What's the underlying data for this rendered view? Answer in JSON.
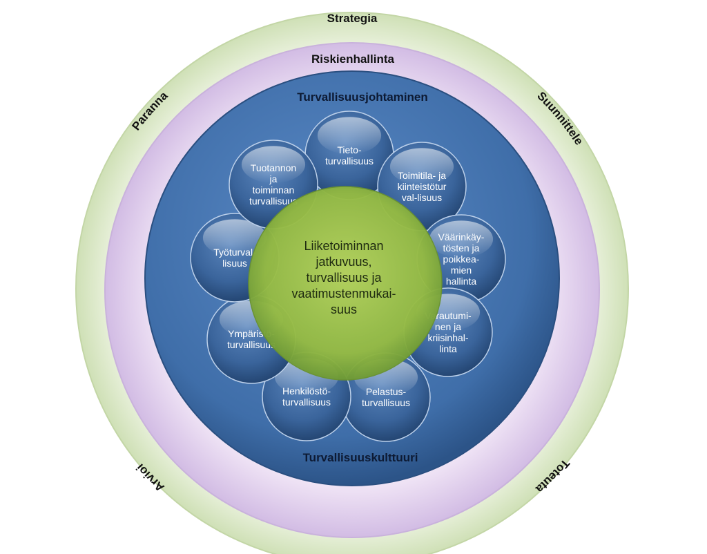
{
  "rings": {
    "outer_title": "Strategia",
    "cycle_steps": [
      "Suunnittele",
      "Toteuta",
      "Arvioi",
      "Paranna"
    ],
    "middle_title": "Riskienhallinta",
    "inner_top_title": "Turvallisuusjohtaminen",
    "inner_bottom_title": "Turvallisuuskulttuuri"
  },
  "bubbles": [
    {
      "lines": [
        "Tieto-",
        "turvallisuus"
      ]
    },
    {
      "lines": [
        "Toimitila- ja",
        "kiinteistötur",
        "val-lisuus"
      ]
    },
    {
      "lines": [
        "Väärinkäy-",
        "tösten ja",
        "poikkea-",
        "mien",
        "hallinta"
      ]
    },
    {
      "lines": [
        "Varautumi-",
        "nen ja",
        "kriisinhal-",
        "linta"
      ]
    },
    {
      "lines": [
        "Pelastus-",
        "turvallisuus"
      ]
    },
    {
      "lines": [
        "Henkilöstö-",
        "turvallisuus"
      ]
    },
    {
      "lines": [
        "Ympäristö-",
        "turvallisuus"
      ]
    },
    {
      "lines": [
        "Työturval-",
        "lisuus"
      ]
    },
    {
      "lines": [
        "Tuotannon",
        "ja",
        "toiminnan",
        "turvallisuus"
      ]
    }
  ],
  "center": {
    "lines": [
      "Liiketoiminnan",
      "jatkuvuus,",
      "turvallisuus ja",
      "vaatimustenmukai-",
      "suus"
    ]
  },
  "colors": {
    "outer_ring": "#d8e6c2",
    "middle_ring": "#e4d4ee",
    "blue_disc": "#4a78b4",
    "bubble": "#3e6aa3",
    "center_green": "#9dc24a"
  }
}
